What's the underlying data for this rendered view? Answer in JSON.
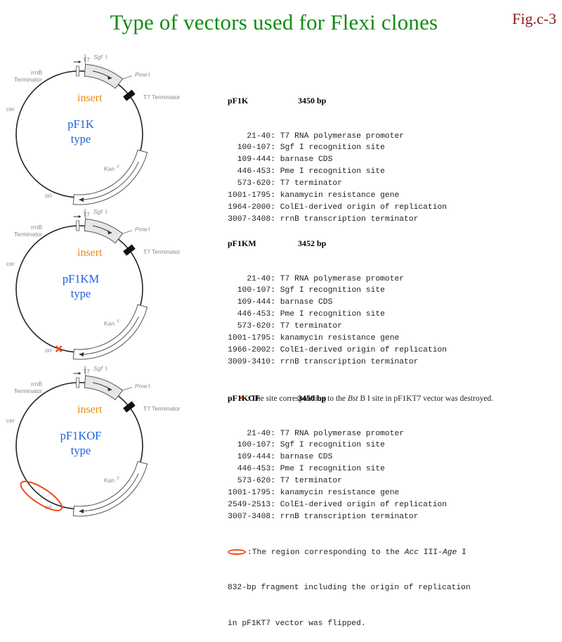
{
  "header": {
    "title": "Type of vectors used for Flexi clones",
    "fig_label": "Fig.c-3"
  },
  "colors": {
    "title": "#138a13",
    "fig_label": "#8b1a1a",
    "insert": "#ee8a12",
    "type_label": "#1a5fe0",
    "marker": "#f04a1a"
  },
  "map_labels": {
    "t7": "T7",
    "sgf": "Sgf",
    "sgf_suffix": "I",
    "pme": "Pme",
    "pme_suffix": "I",
    "rrnb": "rrnB",
    "terminator": "Terminator",
    "t7_terminator": "T7 Terminator",
    "cer": "cer",
    "kan": "Kan",
    "kan_sup": "r",
    "ori": "ori",
    "insert": "insert",
    "type": "type"
  },
  "vectors": [
    {
      "name": "pF1K",
      "diagram_name": "pF1K",
      "size": "3450 bp",
      "features": [
        {
          "range": "21-40:",
          "desc": "T7 RNA polymerase promoter"
        },
        {
          "range": "100-107:",
          "desc": "Sgf I recognition site"
        },
        {
          "range": "109-444:",
          "desc": "barnase CDS"
        },
        {
          "range": "446-453:",
          "desc": "Pme I recognition site"
        },
        {
          "range": "573-620:",
          "desc": "T7 terminator"
        },
        {
          "range": "1001-1795:",
          "desc": "kanamycin resistance gene"
        },
        {
          "range": "1964-2000:",
          "desc": "ColE1-derived origin of replication"
        },
        {
          "range": "3007-3408:",
          "desc": "rrnB transcription terminator"
        }
      ]
    },
    {
      "name": "pF1KM",
      "diagram_name": "pF1KM",
      "size": "3452 bp",
      "features": [
        {
          "range": "21-40:",
          "desc": "T7 RNA polymerase promoter"
        },
        {
          "range": "100-107:",
          "desc": "Sgf I recognition site"
        },
        {
          "range": "109-444:",
          "desc": "barnase CDS"
        },
        {
          "range": "446-453:",
          "desc": "Pme I recognition site"
        },
        {
          "range": "573-620:",
          "desc": "T7 terminator"
        },
        {
          "range": "1001-1795:",
          "desc": "kanamycin resistance gene"
        },
        {
          "range": "1966-2002:",
          "desc": "ColE1-derived origin of replication"
        },
        {
          "range": "3009-3410:",
          "desc": "rrnB transcription terminator"
        }
      ],
      "note": {
        "marker": "×",
        "prefix": ": The site corresponding to the ",
        "italic": "Bst",
        "suffix": " B I site in pF1KT7 vector was destroyed."
      }
    },
    {
      "name": "pF1KOF",
      "diagram_name": "pF1KOF",
      "size": "3450 bp",
      "features": [
        {
          "range": "21-40:",
          "desc": "T7 RNA polymerase promoter"
        },
        {
          "range": "100-107:",
          "desc": "Sgf I recognition site"
        },
        {
          "range": "109-444:",
          "desc": "barnase CDS"
        },
        {
          "range": "446-453:",
          "desc": "Pme I recognition site"
        },
        {
          "range": "573-620:",
          "desc": "T7 terminator"
        },
        {
          "range": "1001-1795:",
          "desc": "kanamycin resistance gene"
        },
        {
          "range": "2549-2513:",
          "desc": "ColE1-derived origin of replication"
        },
        {
          "range": "3007-3408:",
          "desc": "rrnB transcription terminator"
        }
      ],
      "note": {
        "part1": ":The region corresponding to the ",
        "italic1": "Acc",
        "part2": " III-",
        "italic2": "Age",
        "part3": " I",
        "line2": "832-bp fragment including the origin of replication",
        "line3": "in pF1KT7 vector was flipped."
      }
    }
  ]
}
